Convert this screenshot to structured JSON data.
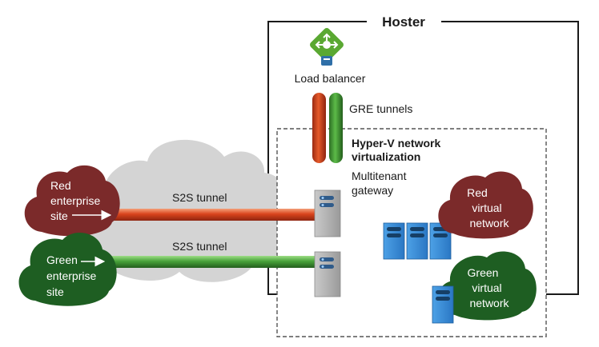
{
  "hoster": {
    "title": "Hoster"
  },
  "load_balancer": {
    "label": "Load balancer",
    "icon": "load-balancer-icon",
    "color": "#5aa832"
  },
  "gre_tunnels": {
    "label": "GRE tunnels"
  },
  "hyperv": {
    "title_line1": "Hyper-V network",
    "title_line2": "virtualization",
    "gateway_line1": "Multitenant",
    "gateway_line2": "gateway"
  },
  "tunnels": {
    "red_label": "S2S tunnel",
    "green_label": "S2S tunnel"
  },
  "sites": {
    "red": {
      "line1": "Red",
      "line2": "enterprise",
      "line3": "site"
    },
    "green": {
      "line1": "Green",
      "line2": "enterprise",
      "line3": "site"
    }
  },
  "virtual_networks": {
    "red": {
      "line1": "Red",
      "line2": "virtual",
      "line3": "network"
    },
    "green": {
      "line1": "Green",
      "line2": "virtual",
      "line3": "network"
    }
  },
  "colors": {
    "red_cloud": "#7b2a2a",
    "green_cloud": "#1e5e22",
    "red_tunnel": "#d9441c",
    "green_tunnel": "#48a23a",
    "internet_cloud": "#d4d4d4",
    "server_blue": "#3b8fd9"
  }
}
